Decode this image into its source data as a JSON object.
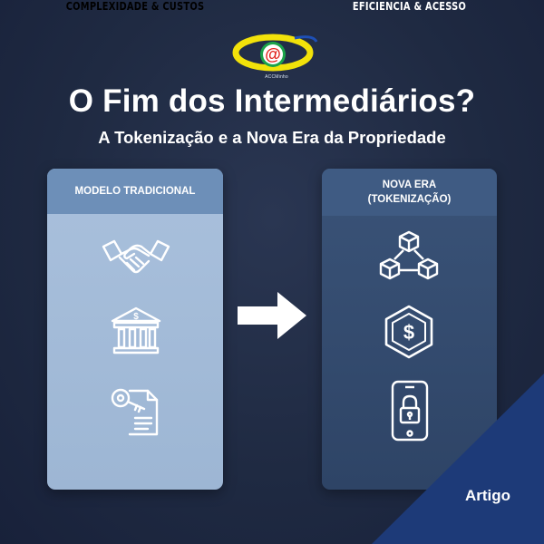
{
  "logo": {
    "icon": "acc-logo-icon",
    "text": "ACCMinho",
    "colors": {
      "yellow": "#f2e20a",
      "red": "#e0241e",
      "green": "#1aa34a",
      "blue": "#1e4fb5"
    }
  },
  "header": {
    "title": "O Fim dos Intermediários?",
    "subtitle": "A Tokenização e a Nova Era da Propriedade"
  },
  "left_card": {
    "title": "MODELO TRADICIONAL",
    "icons": [
      "handshake-icon",
      "bank-icon",
      "key-document-icon"
    ],
    "footer": "COMPLEXIDADE & CUSTOS"
  },
  "right_card": {
    "title": "NOVA ERA (TOKENIZAÇÃO)",
    "icons": [
      "blockchain-icon",
      "dollar-token-icon",
      "mobile-lock-icon"
    ],
    "footer": "EFICIENCIA & ACESSO"
  },
  "arrow_icon": "arrow-right-icon",
  "corner": {
    "label": "Artigo",
    "color": "#1d3a78"
  }
}
